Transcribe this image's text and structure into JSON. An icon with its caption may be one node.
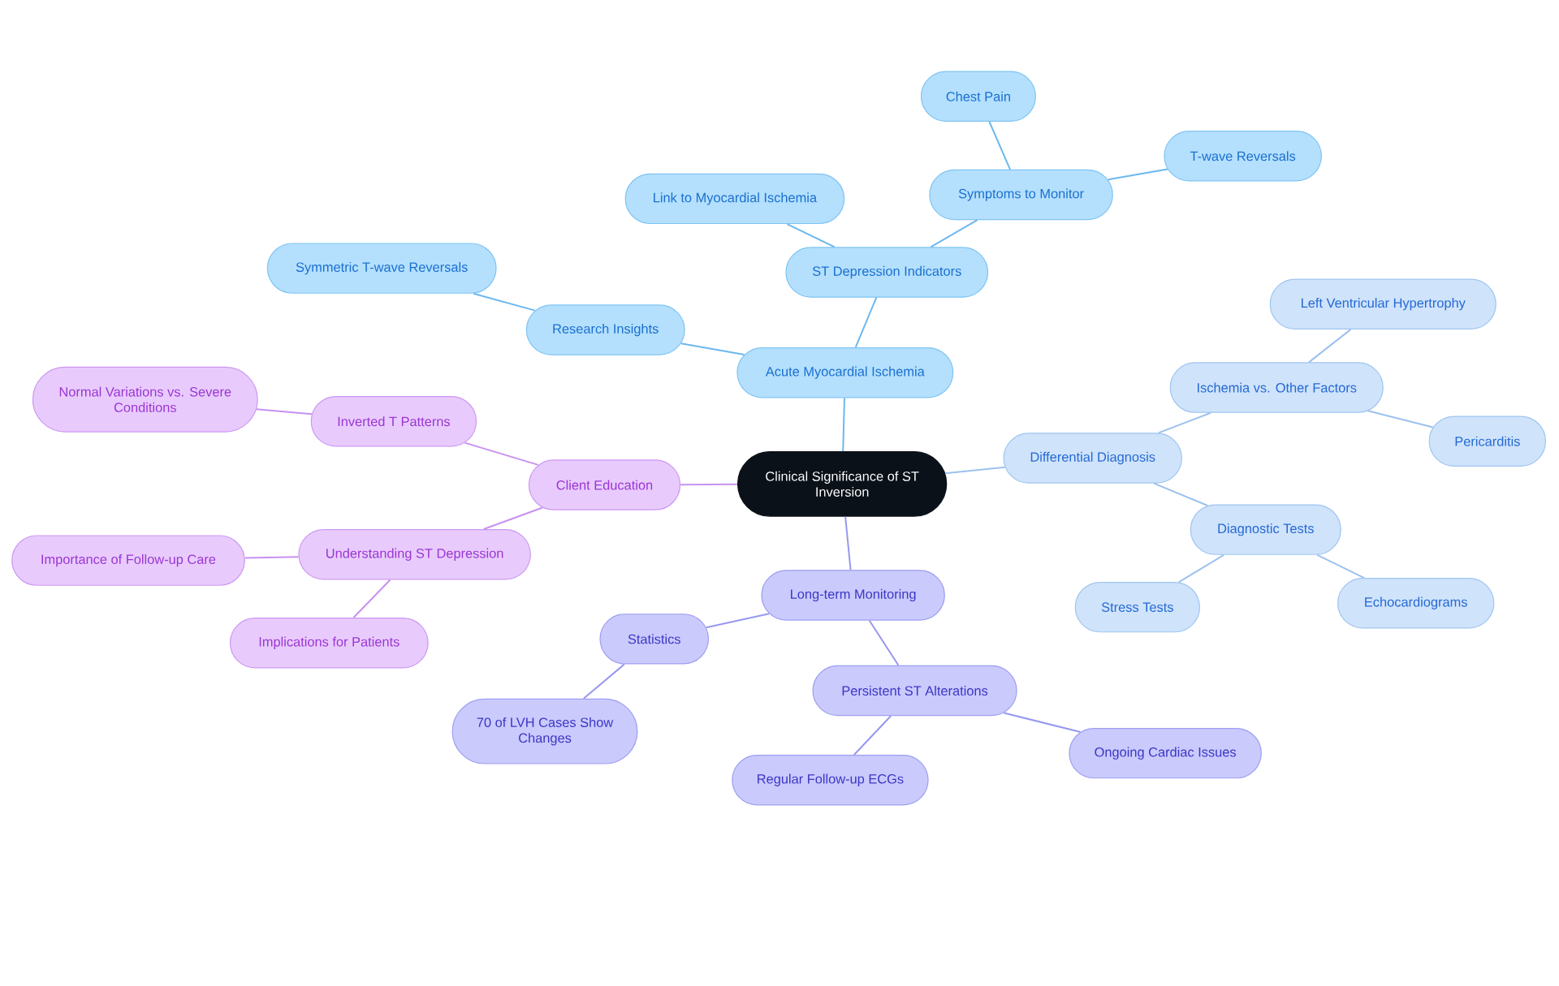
{
  "diagram": {
    "nodes": [
      {
        "text": [
          "Clinical Significance of ST Inversion"
        ]
      },
      {
        "text": [
          "Acute Myocardial Ischemia"
        ]
      },
      {
        "text": [
          "Research Insights"
        ]
      },
      {
        "text": [
          "Symmetric T-wave Reversals"
        ]
      },
      {
        "text": [
          "ST Depression Indicators"
        ]
      },
      {
        "text": [
          "Link to Myocardial Ischemia"
        ]
      },
      {
        "text": [
          "Symptoms to Monitor"
        ]
      },
      {
        "text": [
          "Chest Pain"
        ]
      },
      {
        "text": [
          "T-wave Reversals"
        ]
      },
      {
        "text": [
          "Differential Diagnosis"
        ]
      },
      {
        "text": [
          "Ischemia vs. Other Factors"
        ]
      },
      {
        "text": [
          "Left Ventricular Hypertrophy"
        ]
      },
      {
        "text": [
          "Pericarditis"
        ]
      },
      {
        "text": [
          "Diagnostic Tests"
        ]
      },
      {
        "text": [
          "Stress Tests"
        ]
      },
      {
        "text": [
          "Echocardiograms"
        ]
      },
      {
        "text": [
          "Long-term Monitoring"
        ]
      },
      {
        "text": [
          "Statistics"
        ]
      },
      {
        "text": [
          "70 of LVH Cases Show Changes"
        ]
      },
      {
        "text": [
          "Persistent ST Alterations"
        ]
      },
      {
        "text": [
          "Regular Follow-up ECGs"
        ]
      },
      {
        "text": [
          "Ongoing Cardiac Issues"
        ]
      },
      {
        "text": [
          "Client Education"
        ]
      },
      {
        "text": [
          "Inverted T Patterns"
        ]
      },
      {
        "text": [
          "Normal Variations vs. Severe Conditions"
        ]
      },
      {
        "text": [
          "Understanding ST Depression"
        ]
      },
      {
        "text": [
          "Importance of Follow-up Care"
        ]
      },
      {
        "text": [
          "Implications for Patients"
        ]
      }
    ],
    "edges": [
      {
        "from": 0,
        "to": 1,
        "arrow": "none"
      },
      {
        "from": 1,
        "to": 2,
        "arrow": "none"
      },
      {
        "from": 2,
        "to": 3,
        "arrow": "none"
      },
      {
        "from": 1,
        "to": 4,
        "arrow": "none"
      },
      {
        "from": 4,
        "to": 5,
        "arrow": "none"
      },
      {
        "from": 4,
        "to": 6,
        "arrow": "none"
      },
      {
        "from": 6,
        "to": 7,
        "arrow": "none"
      },
      {
        "from": 6,
        "to": 8,
        "arrow": "none"
      },
      {
        "from": 0,
        "to": 9,
        "arrow": "none",
        "color": "#9cc1ee"
      },
      {
        "from": 9,
        "to": 10,
        "arrow": "none",
        "color": "#9cc1ee"
      },
      {
        "from": 10,
        "to": 11,
        "arrow": "none",
        "color": "#9cc1ee"
      },
      {
        "from": 10,
        "to": 12,
        "arrow": "none",
        "color": "#9cc1ee"
      },
      {
        "from": 9,
        "to": 13,
        "arrow": "none",
        "color": "#9cc1ee"
      },
      {
        "from": 13,
        "to": 14,
        "arrow": "none",
        "color": "#9cc1ee"
      },
      {
        "from": 13,
        "to": 15,
        "arrow": "none",
        "color": "#9cc1ee"
      },
      {
        "from": 0,
        "to": 16,
        "arrow": "none",
        "color": "#9797f0"
      },
      {
        "from": 16,
        "to": 17,
        "arrow": "none",
        "color": "#9797f0"
      },
      {
        "from": 17,
        "to": 18,
        "arrow": "none",
        "color": "#9797f0"
      },
      {
        "from": 16,
        "to": 19,
        "arrow": "none",
        "color": "#9797f0"
      },
      {
        "from": 19,
        "to": 20,
        "arrow": "none",
        "color": "#9797f0"
      },
      {
        "from": 19,
        "to": 21,
        "arrow": "none",
        "color": "#9797f0"
      },
      {
        "from": 0,
        "to": 22,
        "arrow": "none",
        "color": "#c891f0"
      },
      {
        "from": 22,
        "to": 23,
        "arrow": "none",
        "color": "#c891f0"
      },
      {
        "from": 23,
        "to": 24,
        "arrow": "none",
        "color": "#c891f0"
      },
      {
        "from": 22,
        "to": 25,
        "arrow": "none",
        "color": "#c891f0"
      },
      {
        "from": 25,
        "to": 26,
        "arrow": "none",
        "color": "#c891f0"
      },
      {
        "from": 25,
        "to": 27,
        "arrow": "none",
        "color": "#c891f0"
      }
    ]
  }
}
